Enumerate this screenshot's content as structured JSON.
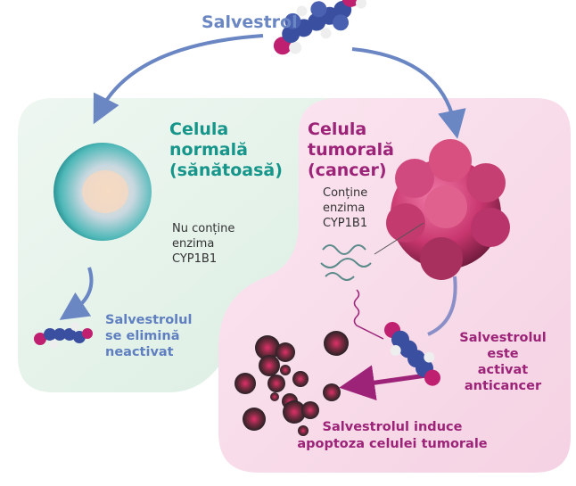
{
  "title": "Salvestrol",
  "normal_cell": {
    "heading": [
      "Celula",
      "normală",
      "(sănătoasă)"
    ],
    "note": [
      "Nu conține",
      "enzima",
      "CYP1B1"
    ],
    "outcome": [
      "Salvestrolul",
      "se elimină",
      "neactivat"
    ]
  },
  "tumor_cell": {
    "heading": [
      "Celula",
      "tumorală",
      "(cancer)"
    ],
    "note": [
      "Conține",
      "enzima",
      "CYP1B1"
    ],
    "activation": [
      "Salvestrolul",
      "este",
      "activat",
      "anticancer"
    ],
    "apoptosis": [
      "Salvestrolul induce",
      "apoptoza celulei tumorale"
    ]
  },
  "colors": {
    "blue": "#6a86c3",
    "teal": "#16968a",
    "magenta": "#9c2378",
    "green_bg": "#e6f2ea",
    "pink_bg": "#f8dcea"
  }
}
